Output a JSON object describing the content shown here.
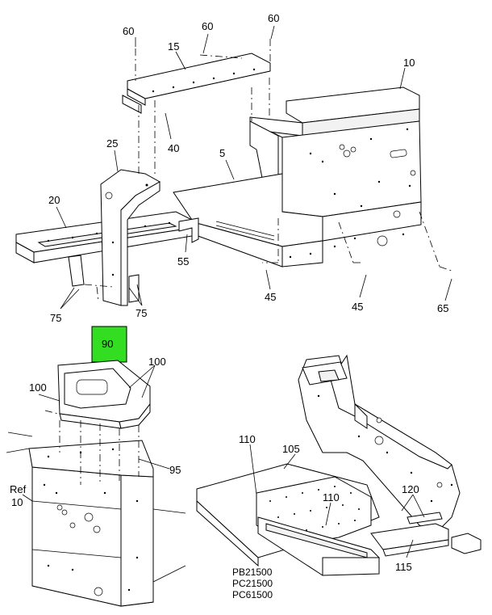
{
  "callouts": {
    "c60a": "60",
    "c60b": "60",
    "c60c": "60",
    "c15": "15",
    "c10": "10",
    "c40": "40",
    "c25": "25",
    "c5": "5",
    "c20": "20",
    "c55": "55",
    "c45a": "45",
    "c45b": "45",
    "c65": "65",
    "c75a": "75",
    "c75b": "75",
    "c90": "90",
    "c100a": "100",
    "c100b": "100",
    "c95": "95",
    "ref": "Ref",
    "c10b": "10",
    "c110a": "110",
    "c105": "105",
    "c110b": "110",
    "c120": "120",
    "c115": "115"
  },
  "reference_codes": [
    "PB21500",
    "PC21500",
    "PC61500"
  ],
  "colors": {
    "highlight": "#33dd22",
    "line": "#000000",
    "background": "#ffffff"
  }
}
